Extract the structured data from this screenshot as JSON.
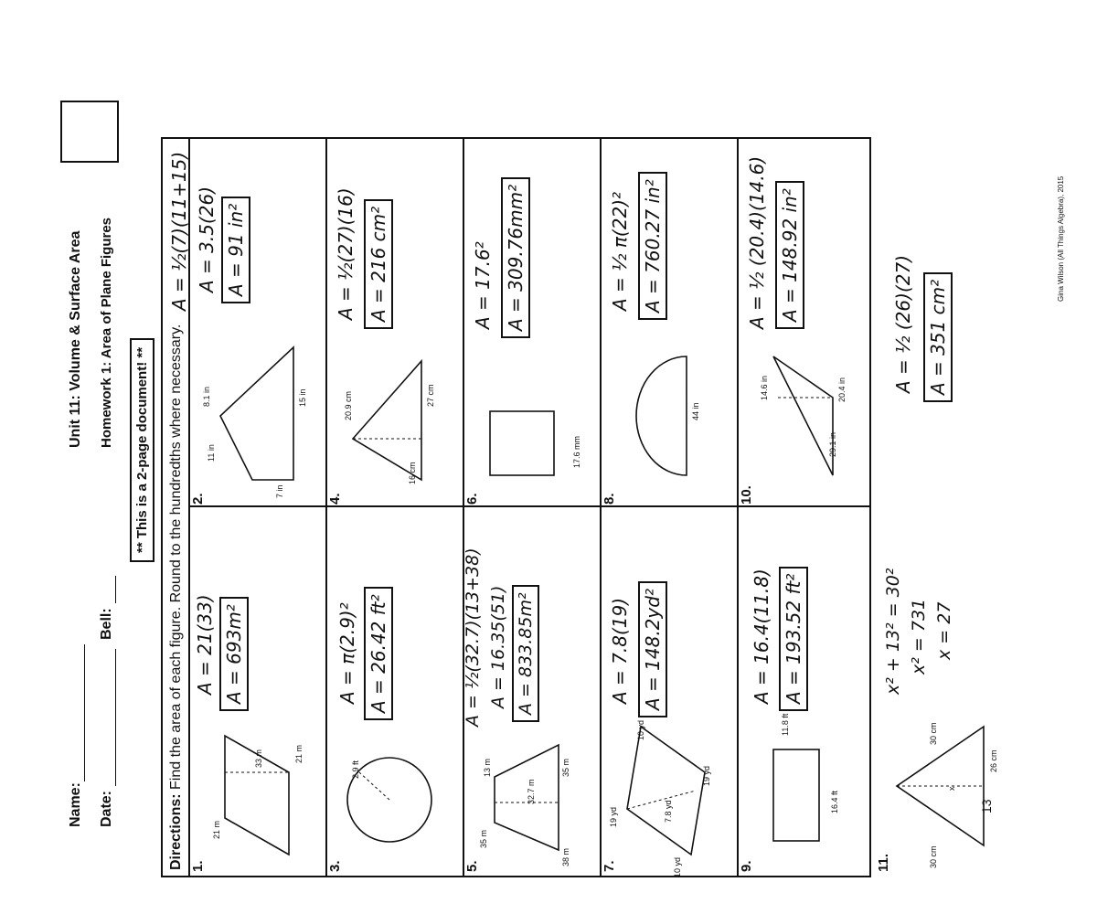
{
  "header": {
    "name_label": "Name:",
    "date_label": "Date:",
    "bell_label": "Bell:",
    "unit_title": "Unit 11: Volume & Surface Area",
    "homework_title": "Homework 1: Area of Plane Figures",
    "notice": "** This is a 2-page document! **"
  },
  "directions": {
    "label": "Directions:",
    "text": "Find the area of each figure.  Round to the hundredths where necessary."
  },
  "footer": "Gina Wilson (All Things Algebra), 2015",
  "problems": [
    {
      "num": "1.",
      "dims": [
        "21 m",
        "33 m",
        "21 m"
      ],
      "work": [
        "A = 21(33)",
        "A = 693m²"
      ]
    },
    {
      "num": "2.",
      "dims": [
        "11 in",
        "8.1 in",
        "7 in",
        "15 in"
      ],
      "work": [
        "A = ½(7)(11+15)",
        "A = 3.5(26)",
        "A = 91 in²"
      ]
    },
    {
      "num": "3.",
      "dims": [
        "2.9 ft"
      ],
      "work": [
        "A = π(2.9)²",
        "A = 26.42 ft²"
      ]
    },
    {
      "num": "4.",
      "dims": [
        "20.9 cm",
        "16 cm",
        "27 cm"
      ],
      "work": [
        "A = ½(27)(16)",
        "A = 216 cm²"
      ]
    },
    {
      "num": "5.",
      "dims": [
        "35 m",
        "13 m",
        "32.7 m",
        "38 m",
        "35 m"
      ],
      "work": [
        "A = ½(32.7)(13+38)",
        "A = 16.35(51)",
        "A = 833.85m²"
      ]
    },
    {
      "num": "6.",
      "dims": [
        "17.6 mm"
      ],
      "work": [
        "A = 17.6²",
        "A = 309.76mm²"
      ]
    },
    {
      "num": "7.",
      "dims": [
        "19 yd",
        "10 yd",
        "7.8 yd",
        "10 yd",
        "19 yd"
      ],
      "work": [
        "A = 7.8(19)",
        "A = 148.2yd²"
      ]
    },
    {
      "num": "8.",
      "dims": [
        "44 in"
      ],
      "work": [
        "A = ½ π(22)²",
        "A = 760.27 in²"
      ]
    },
    {
      "num": "9.",
      "dims": [
        "11.8 ft",
        "16.4 ft"
      ],
      "work": [
        "A = 16.4(11.8)",
        "A = 193.52 ft²"
      ]
    },
    {
      "num": "10.",
      "dims": [
        "14.6 in",
        "29.1 in",
        "20.4 in"
      ],
      "work": [
        "A = ½ (20.4)(14.6)",
        "A = 148.92 in²"
      ]
    },
    {
      "num": "11.",
      "dims": [
        "30 cm",
        "30 cm",
        "x",
        "13",
        "26 cm"
      ],
      "work": [
        "x² + 13² = 30²",
        "x² = 731",
        "x = 27",
        "A = ½ (26)(27)",
        "A = 351 cm²"
      ]
    }
  ]
}
